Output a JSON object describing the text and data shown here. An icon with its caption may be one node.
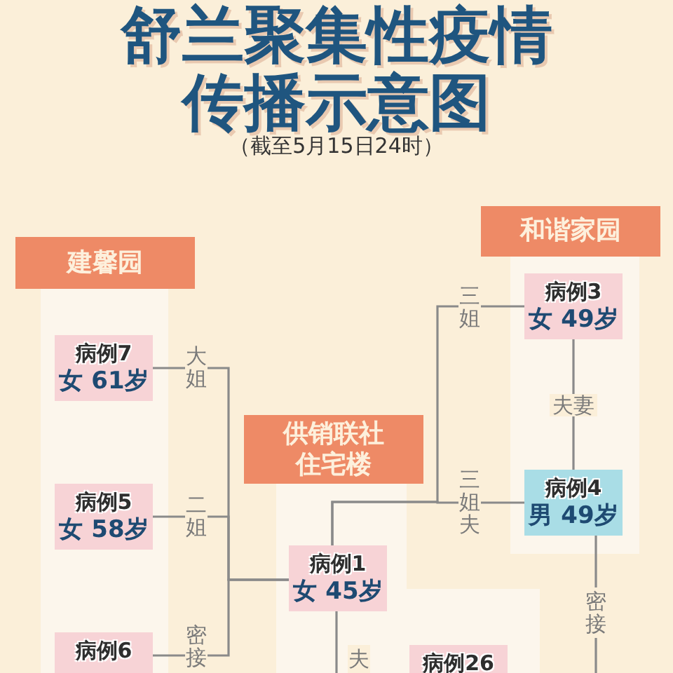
{
  "diagram": {
    "title": "舒兰聚集性疫情传播示意图",
    "nodes": [
      {
        "text": [
          "建馨园"
        ]
      },
      {
        "text": [
          "病例7",
          "女 61岁"
        ],
        "in": 0
      },
      {
        "text": [
          "病例5",
          "女 58岁"
        ],
        "in": 0
      },
      {
        "text": [
          "病例6"
        ],
        "in": 0
      },
      {
        "text": [
          "供销联社住宅楼"
        ]
      },
      {
        "text": [
          "病例1",
          "女 45岁"
        ],
        "in": 4
      },
      {
        "text": [
          "病例26"
        ]
      },
      {
        "text": [
          "和谐家园"
        ]
      },
      {
        "text": [
          "病例3",
          "女 49岁"
        ],
        "in": 7
      },
      {
        "text": [
          "病例4",
          "男 49岁"
        ],
        "in": 7
      }
    ],
    "edges": [
      {
        "from": 5,
        "to": 1,
        "arrow": "none",
        "label": "大姐"
      },
      {
        "from": 5,
        "to": 2,
        "arrow": "none",
        "label": "二姐"
      },
      {
        "from": 5,
        "to": 3,
        "arrow": "none",
        "label": "密接"
      },
      {
        "from": 5,
        "to": 8,
        "arrow": "none",
        "label": "三姐"
      },
      {
        "from": 5,
        "to": 9,
        "arrow": "none",
        "label": "三姐夫"
      },
      {
        "from": 8,
        "to": 9,
        "arrow": "none",
        "label": "夫妻"
      },
      {
        "from": 5,
        "to": null,
        "arrow": "none",
        "label": "夫"
      },
      {
        "from": 9,
        "to": null,
        "arrow": "none",
        "label": "密接"
      }
    ],
    "labels": [
      "（截至5月15日24时）"
    ]
  }
}
